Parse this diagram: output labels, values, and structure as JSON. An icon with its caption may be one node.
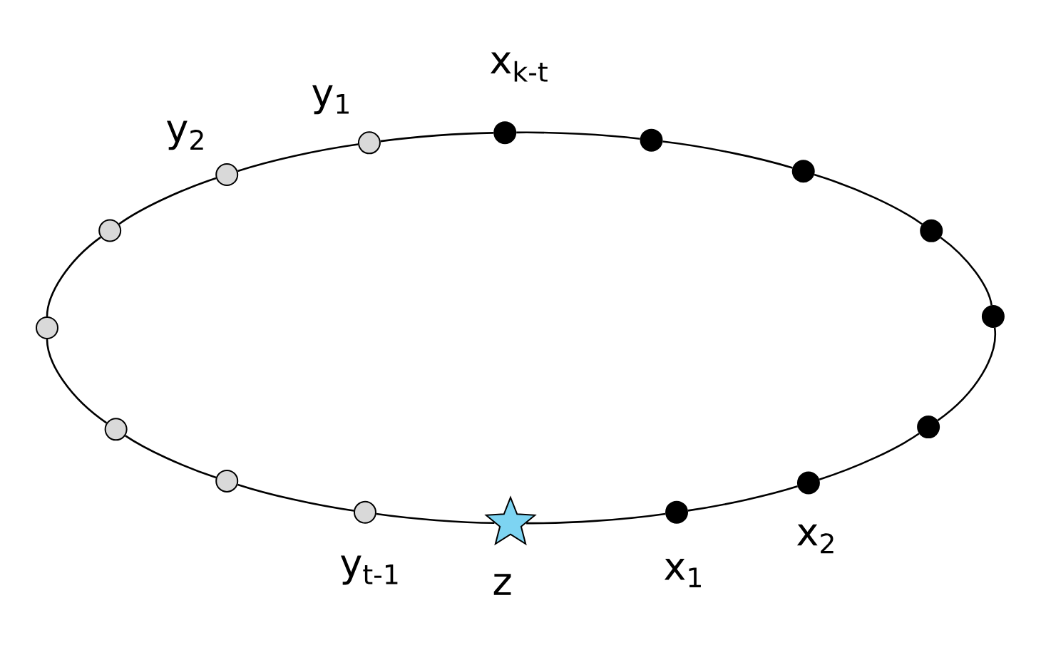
{
  "diagram": {
    "nodes": [
      {
        "text": [],
        "shape": "circle"
      },
      {
        "text": [],
        "shape": "circle"
      },
      {
        "text": [],
        "shape": "circle"
      },
      {
        "text": [],
        "shape": "circle",
        "beside": [
          "y$_{2}$"
        ]
      },
      {
        "text": [],
        "shape": "circle"
      },
      {
        "text": [],
        "shape": "circle",
        "beside": [
          "y$_{1}$"
        ]
      },
      {
        "text": [],
        "shape": "circle",
        "beside": [
          "y$_{t-1}$"
        ]
      },
      {
        "text": [],
        "shape": "circle",
        "beside": [
          "x$_{k-t}$"
        ]
      },
      {
        "text": [],
        "shape": "star",
        "beside": [
          "z"
        ]
      },
      {
        "text": [],
        "shape": "circle"
      },
      {
        "text": [],
        "shape": "circle",
        "beside": [
          "x$_{1}$"
        ]
      },
      {
        "text": [],
        "shape": "circle"
      },
      {
        "text": [],
        "shape": "circle",
        "beside": [
          "x$_{2}$"
        ]
      },
      {
        "text": [],
        "shape": "circle"
      },
      {
        "text": [],
        "shape": "circle"
      },
      {
        "text": [],
        "shape": "circle"
      }
    ],
    "edges": [
      {
        "from": 0,
        "to": 1,
        "arrow": "none"
      },
      {
        "from": 1,
        "to": 3,
        "arrow": "none"
      },
      {
        "from": 3,
        "to": 5,
        "arrow": "none"
      },
      {
        "from": 5,
        "to": 7,
        "arrow": "none"
      },
      {
        "from": 7,
        "to": 9,
        "arrow": "none"
      },
      {
        "from": 9,
        "to": 11,
        "arrow": "none"
      },
      {
        "from": 11,
        "to": 13,
        "arrow": "none"
      },
      {
        "from": 13,
        "to": 15,
        "arrow": "none"
      },
      {
        "from": 15,
        "to": 14,
        "arrow": "none"
      },
      {
        "from": 14,
        "to": 12,
        "arrow": "none"
      },
      {
        "from": 12,
        "to": 10,
        "arrow": "none"
      },
      {
        "from": 10,
        "to": 8,
        "arrow": "none"
      },
      {
        "from": 8,
        "to": 6,
        "arrow": "none"
      },
      {
        "from": 6,
        "to": 4,
        "arrow": "none"
      },
      {
        "from": 4,
        "to": 2,
        "arrow": "none"
      },
      {
        "from": 2,
        "to": 0,
        "arrow": "none"
      }
    ]
  }
}
